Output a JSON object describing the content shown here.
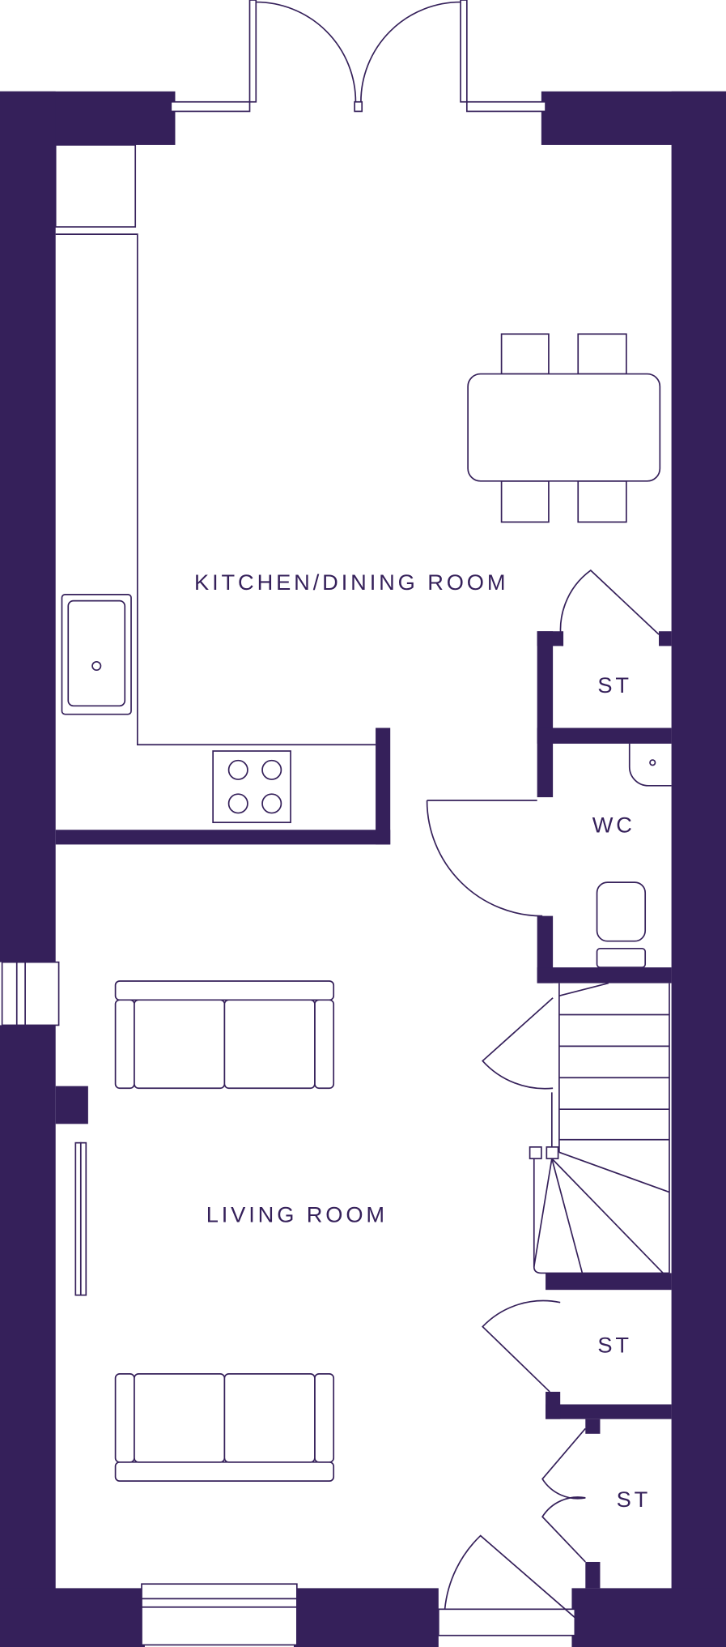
{
  "colors": {
    "wall": "#35205a",
    "background": "#ffffff"
  },
  "rooms": {
    "kitchen_dining": "KITCHEN/DINING ROOM",
    "store_upper": "ST",
    "wc": "WC",
    "living": "LIVING ROOM",
    "store_middle": "ST",
    "store_lower": "ST"
  }
}
